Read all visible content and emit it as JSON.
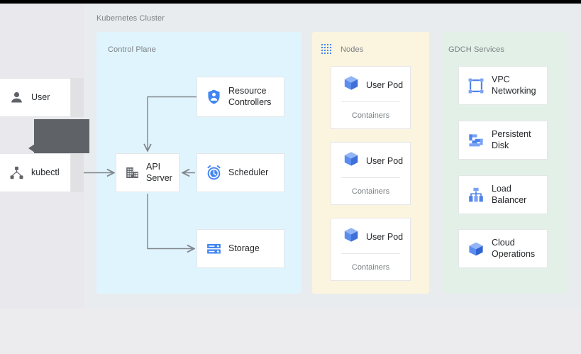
{
  "diagram": {
    "title": "Kubernetes Cluster",
    "background_color": "#e9ecef",
    "groups": [
      {
        "id": "cluster",
        "label": "Kubernetes Cluster",
        "color": "#e9ecef"
      },
      {
        "id": "control_plane",
        "label": "Control Plane",
        "color": "#e0f4fd"
      },
      {
        "id": "nodes",
        "label": "Nodes",
        "color": "#fbf4de",
        "icon": "dotted-grid-icon"
      },
      {
        "id": "gdch",
        "label": "GDCH Services",
        "color": "#e3f0e8"
      }
    ]
  },
  "actors": [
    {
      "label": "User",
      "icon": "person-icon"
    },
    {
      "label": "kubectl",
      "icon": "node-tree-icon"
    }
  ],
  "tooltip": {
    "text": "",
    "color": "#5f6368"
  },
  "control_plane": {
    "label": "Control Plane",
    "components": [
      {
        "id": "api_server",
        "label": "API\nServer",
        "icon": "building-icon",
        "icon_color": "#5f6368"
      },
      {
        "id": "resource_controllers",
        "label": "Resource\nControllers",
        "icon": "shield-person-icon",
        "icon_color": "#4285f4"
      },
      {
        "id": "scheduler",
        "label": "Scheduler",
        "icon": "alarm-clock-icon",
        "icon_color": "#4285f4"
      },
      {
        "id": "storage",
        "label": "Storage",
        "icon": "server-stack-icon",
        "icon_color": "#4285f4"
      }
    ]
  },
  "nodes": {
    "label": "Nodes",
    "pods": [
      {
        "label": "User Pod",
        "sublabel": "Containers",
        "icon": "cube-icon"
      },
      {
        "label": "User Pod",
        "sublabel": "Containers",
        "icon": "cube-icon"
      },
      {
        "label": "User Pod",
        "sublabel": "Containers",
        "icon": "cube-icon"
      }
    ]
  },
  "gdch_services": {
    "label": "GDCH Services",
    "services": [
      {
        "label": "VPC\nNetworking",
        "icon": "vpc-network-icon"
      },
      {
        "label": "Persistent\nDisk",
        "icon": "persistent-disk-icon"
      },
      {
        "label": "Load\nBalancer",
        "icon": "load-balancer-icon"
      },
      {
        "label": "Cloud\nOperations",
        "icon": "cloud-operations-icon"
      }
    ]
  },
  "connections": [
    {
      "from": "kubectl",
      "to": "api_server",
      "style": "arrow"
    },
    {
      "from": "resource_controllers",
      "to": "api_server",
      "style": "arrow"
    },
    {
      "from": "scheduler",
      "to": "api_server",
      "style": "arrow"
    },
    {
      "from": "api_server",
      "to": "storage",
      "style": "arrow"
    }
  ],
  "colors": {
    "accent_blue": "#4285f4",
    "icon_gray": "#5f6368",
    "connector": "#80868b",
    "text": "#26282b",
    "muted_text": "#7b8084",
    "card_bg": "#ffffff",
    "card_border": "#e4e6e8"
  }
}
